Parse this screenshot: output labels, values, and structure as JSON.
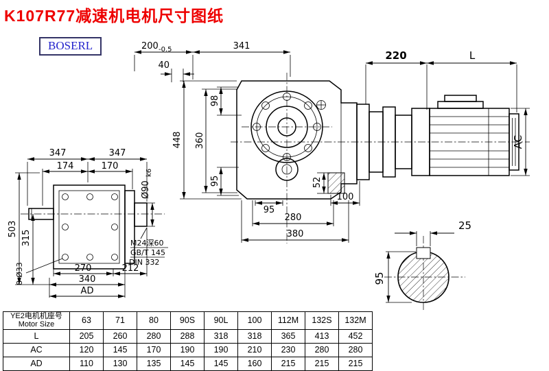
{
  "page": {
    "title": "K107R77减速机电机尺寸图纸",
    "logo_text": "BOSERL"
  },
  "front_view": {
    "dim_200": "200",
    "dim_200_tol": "-0.5",
    "dim_341": "341",
    "dim_40": "40",
    "dim_220": "220",
    "dim_L": "L",
    "dim_448": "448",
    "dim_360": "360",
    "dim_98": "98",
    "dim_95_side": "95",
    "dim_52": "52",
    "dim_95_bottom": "95",
    "dim_100": "100",
    "dim_280": "280",
    "dim_380": "380",
    "dim_AC": "AC"
  },
  "side_view": {
    "dim_347_a": "347",
    "dim_347_b": "347",
    "dim_174": "174",
    "dim_170": "170",
    "dim_503": "503",
    "dim_315": "315",
    "dim_shaft_dia": "Ø90",
    "dim_shaft_fit": "k6",
    "note_thread": "M24深60",
    "note_std_1": "GB/T 145",
    "note_std_2": "DIN 332",
    "dim_holes": "8-Ø33",
    "dim_270": "270",
    "dim_212": "212",
    "dim_340": "340",
    "dim_AD": "AD"
  },
  "section_view": {
    "dim_25": "25",
    "dim_95": "95"
  },
  "table": {
    "row_header_line1": "YE2电机机座号",
    "row_header_line2": "Motor Size",
    "sizes": [
      "63",
      "71",
      "80",
      "90S",
      "90L",
      "100",
      "112M",
      "132S",
      "132M"
    ],
    "rows": [
      {
        "label": "L",
        "values": [
          "205",
          "260",
          "280",
          "288",
          "318",
          "318",
          "365",
          "413",
          "452"
        ]
      },
      {
        "label": "AC",
        "values": [
          "120",
          "145",
          "170",
          "190",
          "190",
          "210",
          "230",
          "280",
          "280"
        ]
      },
      {
        "label": "AD",
        "values": [
          "110",
          "130",
          "135",
          "145",
          "145",
          "160",
          "215",
          "215",
          "215"
        ]
      }
    ]
  }
}
